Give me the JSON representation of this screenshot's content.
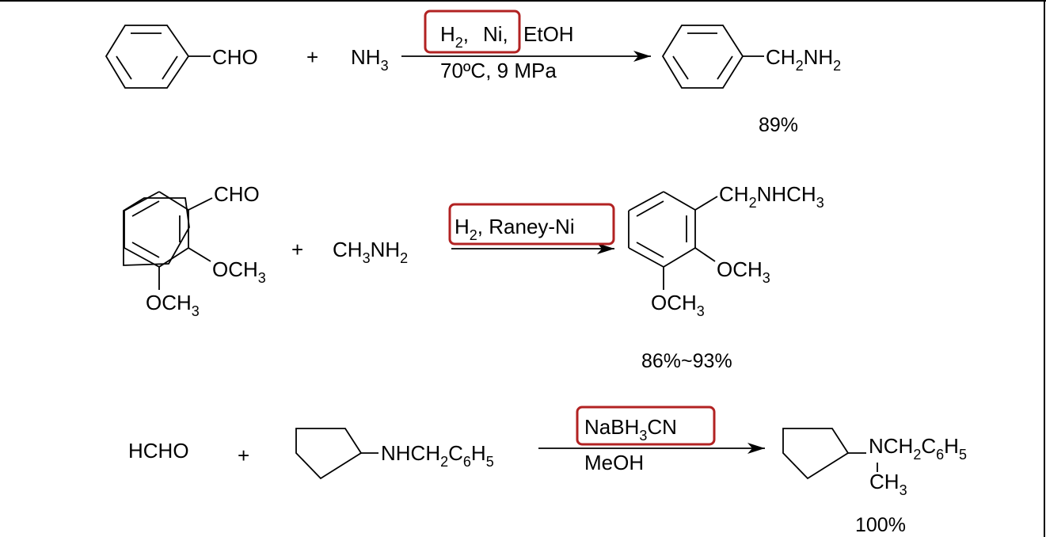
{
  "reaction1": {
    "reactant_group": "CHO",
    "plus": "+",
    "reagent": {
      "base": "NH",
      "sub": "3"
    },
    "conditions_top": {
      "h2": {
        "base": "H",
        "sub": "2"
      },
      "sep1": ",",
      "ni": "Ni,",
      "solvent": "EtOH"
    },
    "conditions_bottom": "70ºC, 9 MPa",
    "product_group": {
      "a": "CH",
      "a_sub": "2",
      "b": "NH",
      "b_sub": "2"
    },
    "yield": "89%"
  },
  "reaction2": {
    "reactant_cho": "CHO",
    "reactant_och3_a": {
      "base": "OCH",
      "sub": "3"
    },
    "reactant_och3_b": {
      "base": "OCH",
      "sub": "3"
    },
    "plus": "+",
    "reagent": {
      "a": "CH",
      "a_sub": "3",
      "b": "NH",
      "b_sub": "2"
    },
    "conditions_top": {
      "h2": {
        "base": "H",
        "sub": "2"
      },
      "rest": ", Raney-Ni"
    },
    "product_group": {
      "a": "CH",
      "a_sub": "2",
      "b": "NHCH",
      "b_sub": "3"
    },
    "product_och3_a": {
      "base": "OCH",
      "sub": "3"
    },
    "product_och3_b": {
      "base": "OCH",
      "sub": "3"
    },
    "yield": "86%~93%"
  },
  "reaction3": {
    "reactant": "HCHO",
    "plus": "+",
    "amine_group": {
      "a": "NHCH",
      "a_sub": "2",
      "b": "C",
      "b_sub": "6",
      "c": "H",
      "c_sub": "5"
    },
    "conditions_top": {
      "a": "NaBH",
      "a_sub": "3",
      "b": "CN"
    },
    "conditions_bottom": "MeOH",
    "product_group": {
      "a": "NCH",
      "a_sub": "2",
      "b": "C",
      "b_sub": "6",
      "c": "H",
      "c_sub": "5"
    },
    "product_methyl": {
      "base": "CH",
      "sub": "3"
    },
    "yield": "100%"
  },
  "colors": {
    "highlight": "#b22222",
    "ink": "#000000"
  }
}
